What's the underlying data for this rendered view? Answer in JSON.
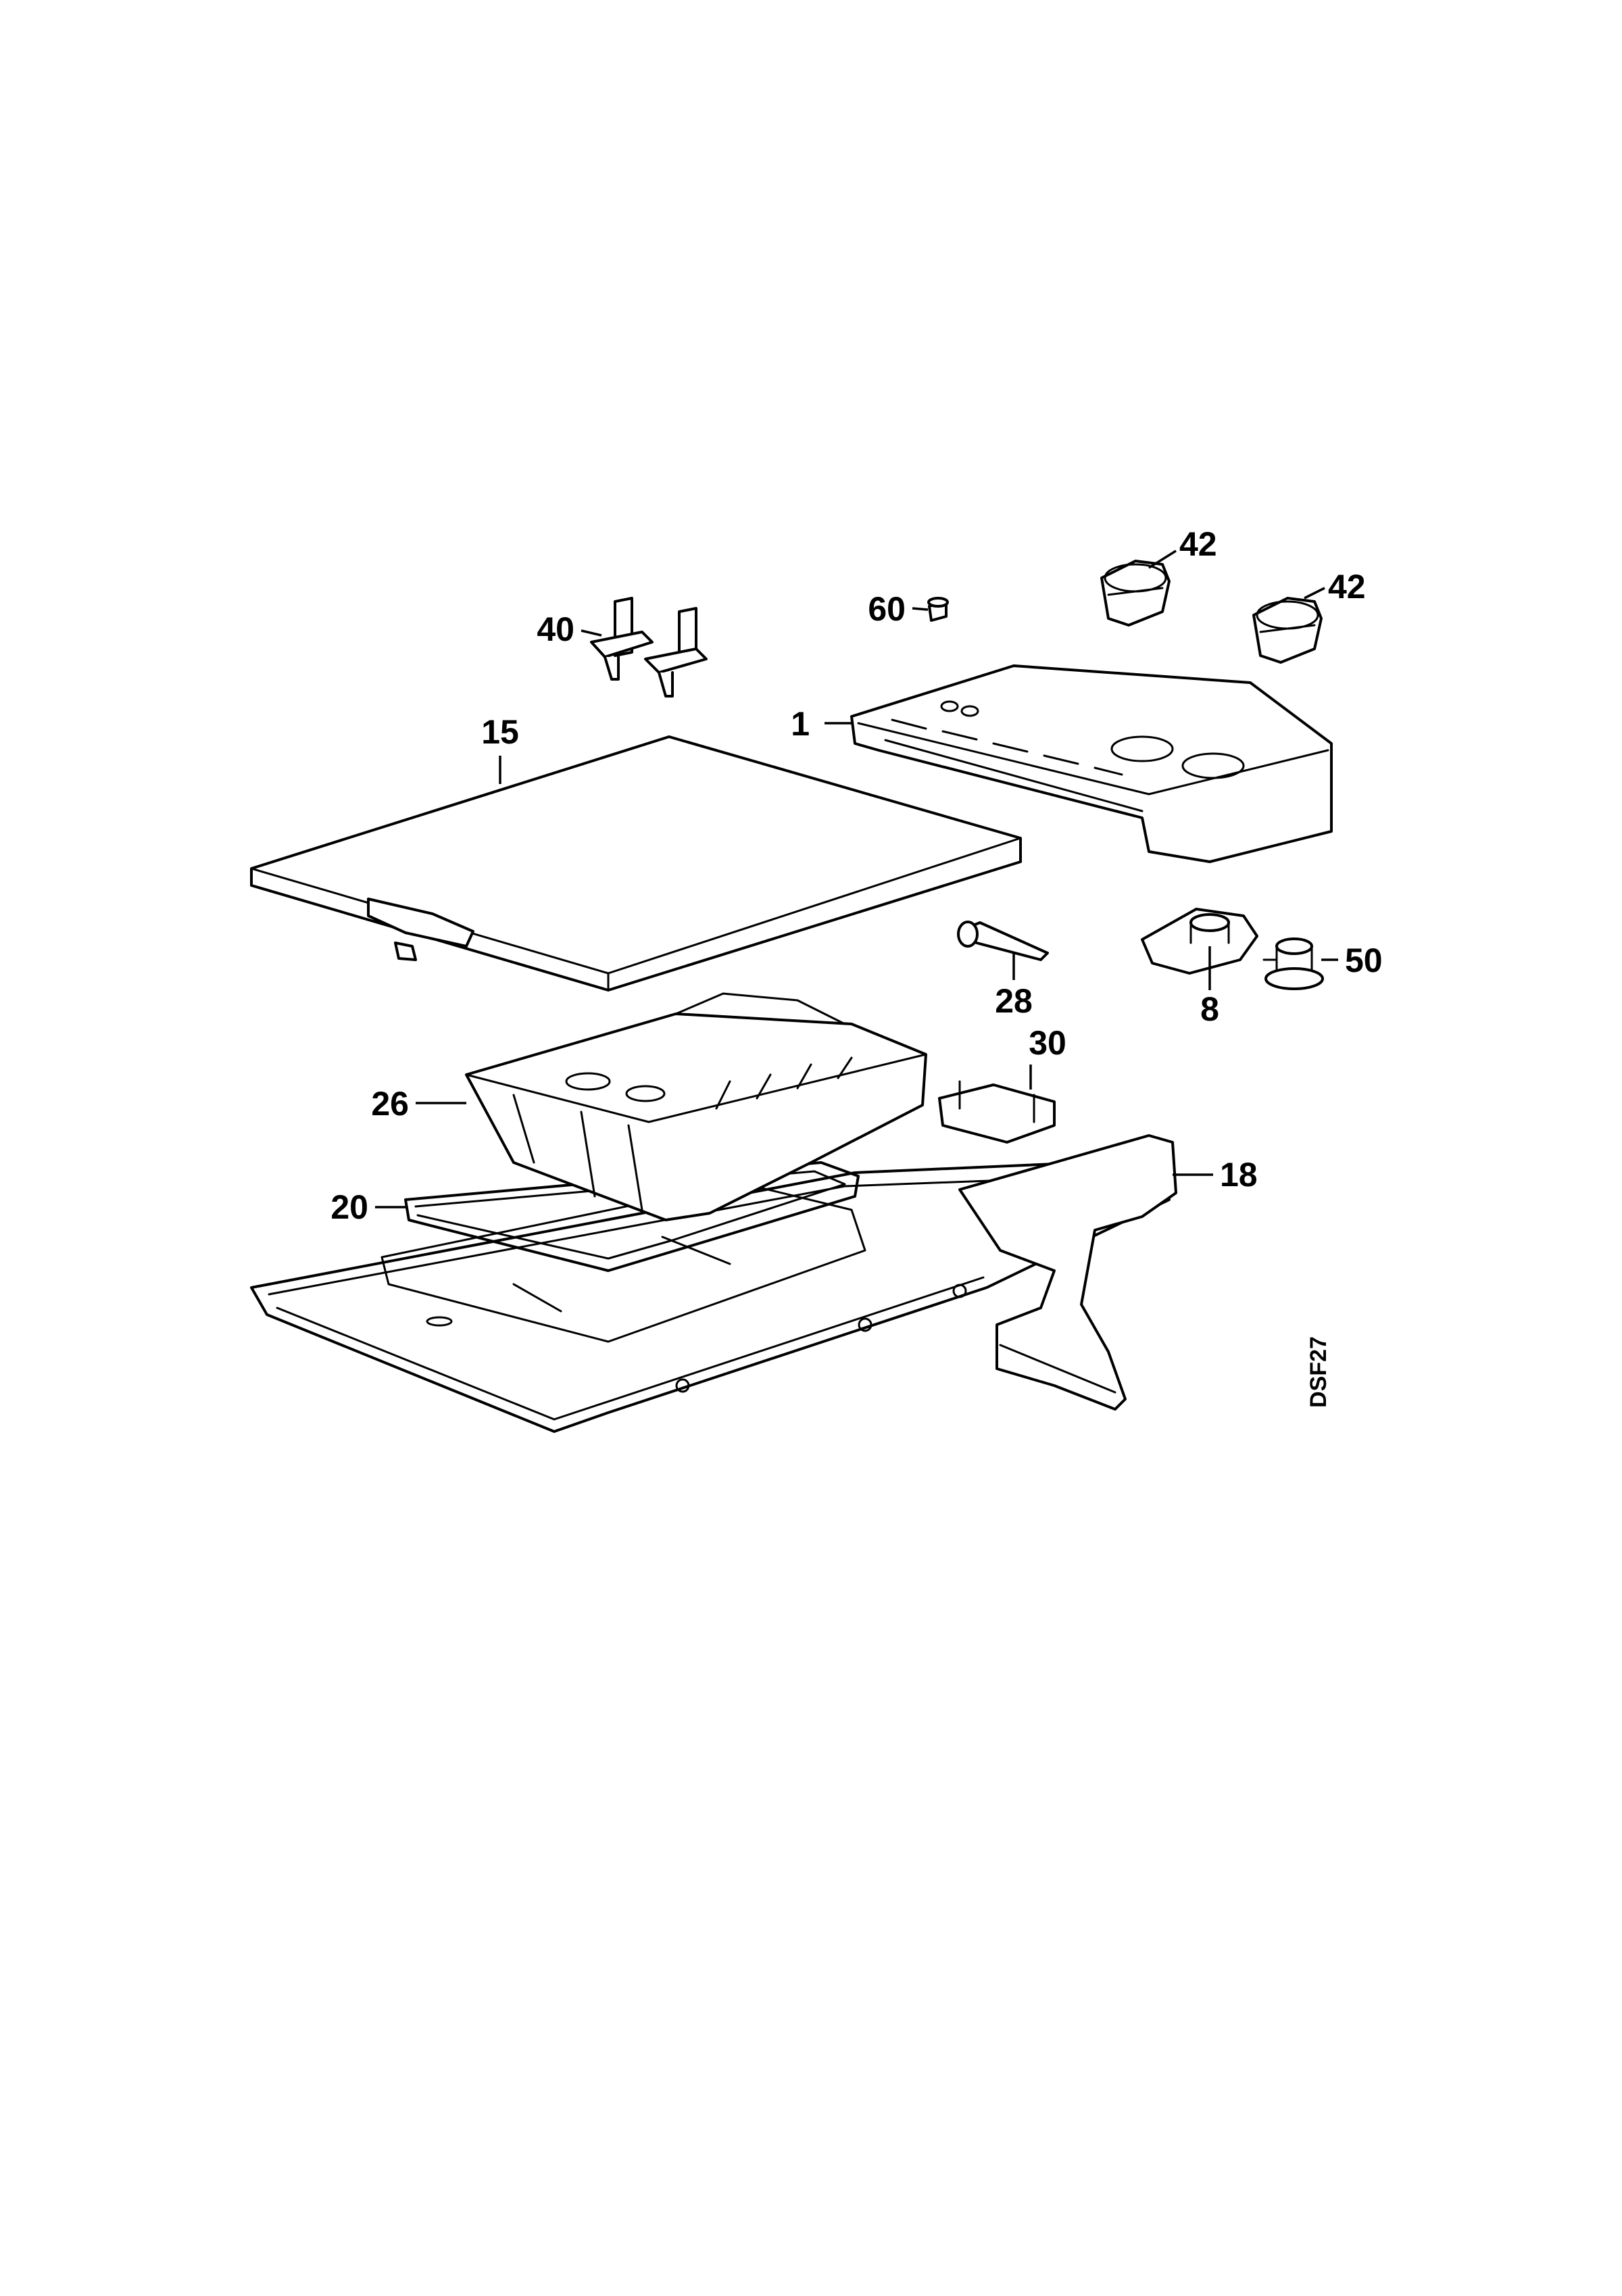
{
  "callouts": {
    "p1": "1",
    "p8": "8",
    "p15": "15",
    "p18": "18",
    "p20": "20",
    "p26": "26",
    "p28": "28",
    "p30": "30",
    "p40": "40",
    "p42a": "42",
    "p42b": "42",
    "p50": "50",
    "p60": "60"
  },
  "drawing_code": "DSF27",
  "colors": {
    "line": "#000000",
    "background": "#ffffff"
  }
}
